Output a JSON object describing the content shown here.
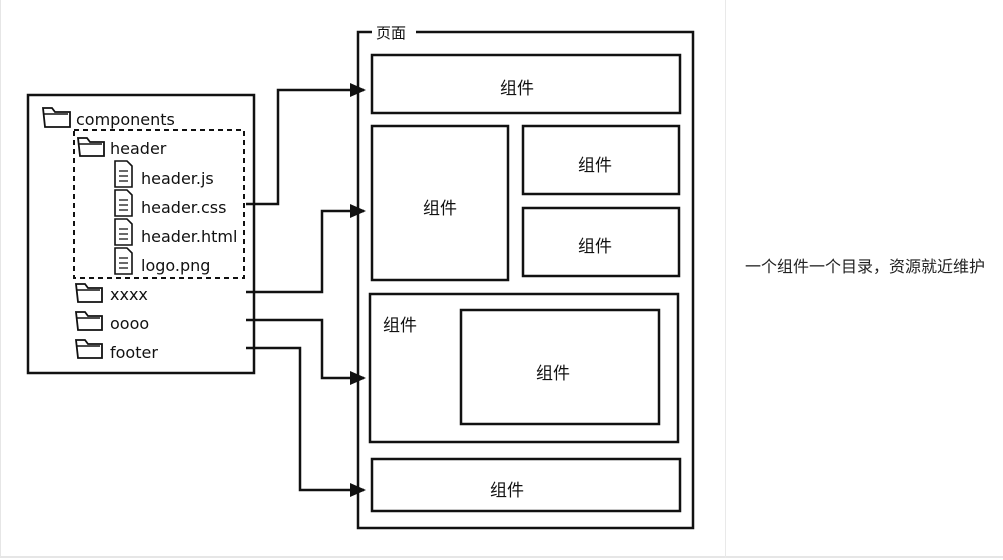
{
  "tree": {
    "root": "components",
    "items": [
      {
        "label": "header"
      },
      {
        "label": "header.js"
      },
      {
        "label": "header.css"
      },
      {
        "label": "header.html"
      },
      {
        "label": "logo.png"
      },
      {
        "label": "xxxx"
      },
      {
        "label": "oooo"
      },
      {
        "label": "footer"
      }
    ]
  },
  "page": {
    "title": "页面",
    "component_label": "组件"
  },
  "caption": "一个组件一个目录，资源就近维护",
  "icons": [
    "folder-icon",
    "file-icon",
    "arrow-icon"
  ],
  "colors": {
    "line": "#111111",
    "divider": "#e9e9e9",
    "background": "#ffffff"
  }
}
